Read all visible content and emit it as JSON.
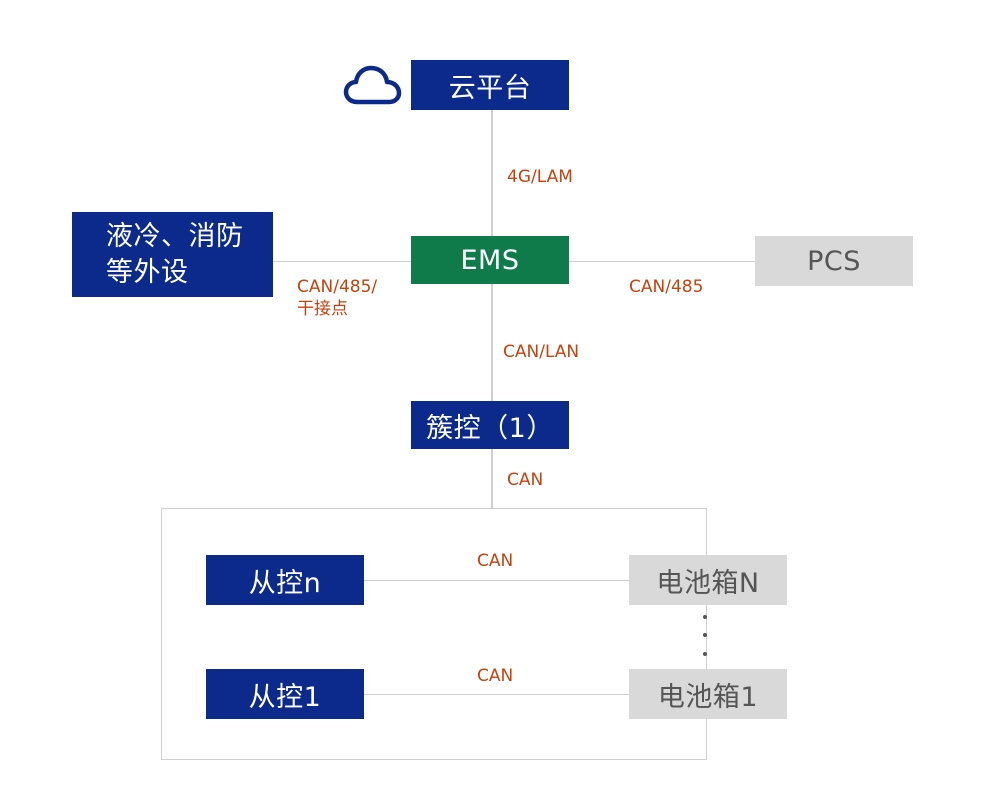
{
  "nodes": {
    "cloud_platform": "云平台",
    "ems": "EMS",
    "cooling_fire": "液冷、消防\n等外设",
    "pcs": "PCS",
    "cluster_control": "簇控（1）",
    "slave_control_n": "从控n",
    "slave_control_1": "从控1",
    "battery_box_n": "电池箱N",
    "battery_box_1": "电池箱1"
  },
  "links": {
    "cloud_ems": "4G/LAM",
    "peripheral_ems": "CAN/485/\n干接点",
    "ems_pcs": "CAN/485",
    "ems_cluster": "CAN/LAN",
    "cluster_group": "CAN",
    "slave_n_battery_n": "CAN",
    "slave_1_battery_1": "CAN"
  },
  "colors": {
    "blue": "#0b2a8c",
    "green": "#0f7a4a",
    "gray": "#d9d9d9",
    "label": "#c8420c",
    "line": "#cfcfcf"
  },
  "icons": {
    "cloud": "cloud-icon"
  }
}
